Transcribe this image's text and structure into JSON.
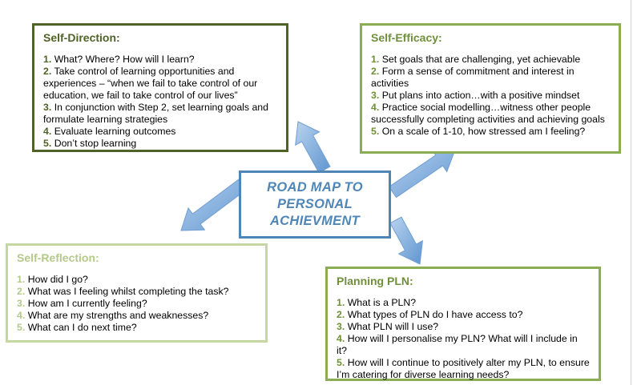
{
  "center": {
    "lines": [
      "ROAD MAP TO",
      "PERSONAL",
      "ACHIEVMENT"
    ]
  },
  "boxes": {
    "self_direction": {
      "title": "Self-Direction:",
      "items": [
        {
          "num": "1.",
          "text": "What? Where? How will I learn?"
        },
        {
          "num": "2.",
          "text": "Take control of learning opportunities and experiences – “when we fail to take control of our education, we fail to take control of our lives”"
        },
        {
          "num": "3.",
          "text": "In conjunction with Step 2, set learning goals and formulate learning strategies"
        },
        {
          "num": "4.",
          "text": "Evaluate learning outcomes"
        },
        {
          "num": "5.",
          "text": "Don’t stop learning"
        }
      ]
    },
    "self_efficacy": {
      "title": "Self-Efficacy:",
      "items": [
        {
          "num": "1.",
          "text": "Set goals that are challenging, yet achievable"
        },
        {
          "num": "2.",
          "text": "Form a sense of commitment and interest in activities"
        },
        {
          "num": "3.",
          "text": "Put plans into action…with a positive mindset"
        },
        {
          "num": "4.",
          "text": "Practice social modelling…witness other people successfully completing activities and achieving goals"
        },
        {
          "num": "5.",
          "text": "On a scale of 1-10, how stressed am I feeling?"
        }
      ]
    },
    "self_reflection": {
      "title": "Self-Reflection:",
      "items": [
        {
          "num": "1.",
          "text": "How did I go?"
        },
        {
          "num": "2.",
          "text": "What was I feeling whilst completing the task?"
        },
        {
          "num": "3.",
          "text": "How am I currently feeling?"
        },
        {
          "num": "4.",
          "text": "What are my strengths and weaknesses?"
        },
        {
          "num": "5.",
          "text": "What can I do next time?"
        }
      ]
    },
    "planning_pln": {
      "title": "Planning PLN:",
      "items": [
        {
          "num": "1.",
          "text": "What is a PLN?"
        },
        {
          "num": "2.",
          "text": "What types of PLN do I have access to?"
        },
        {
          "num": "3.",
          "text": "What PLN will I use?"
        },
        {
          "num": "4.",
          "text": "How will I personalise my PLN? What will I include in it?"
        },
        {
          "num": "5.",
          "text": "How will I continue to positively alter my PLN, to ensure I’m catering for diverse learning needs?"
        }
      ]
    }
  },
  "colors": {
    "dark_green": "#4f6228",
    "mid_green": "#8aac52",
    "light_green": "#c6d7a2",
    "blue": "#4f86b8",
    "arrow_fill": "#8fb8e3"
  }
}
